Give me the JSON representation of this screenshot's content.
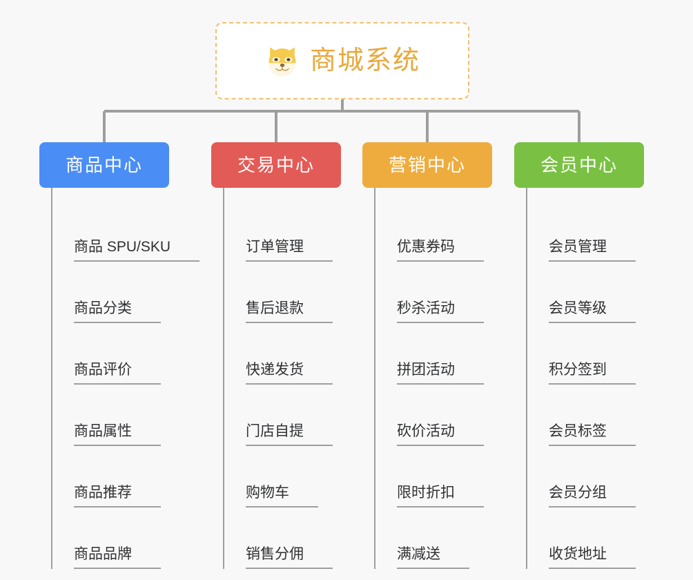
{
  "diagram": {
    "type": "org-tree",
    "background_color": "#f8f8f8",
    "root": {
      "title": "商城系统",
      "icon": "dog-face-icon",
      "text_color": "#e9a83c",
      "border_color": "#f0c070",
      "fill_color": "#ffffff"
    },
    "connector_color": "#9e9e9e",
    "branches": [
      {
        "label": "商品中心",
        "color": "#4a8ef5",
        "items": [
          "商品 SPU/SKU",
          "商品分类",
          "商品评价",
          "商品属性",
          "商品推荐",
          "商品品牌"
        ]
      },
      {
        "label": "交易中心",
        "color": "#e35b56",
        "items": [
          "订单管理",
          "售后退款",
          "快递发货",
          "门店自提",
          "购物车",
          "销售分佣"
        ]
      },
      {
        "label": "营销中心",
        "color": "#eeac3e",
        "items": [
          "优惠券码",
          "秒杀活动",
          "拼团活动",
          "砍价活动",
          "限时折扣",
          "满减送"
        ]
      },
      {
        "label": "会员中心",
        "color": "#7ac143",
        "items": [
          "会员管理",
          "会员等级",
          "积分签到",
          "会员标签",
          "会员分组",
          "收货地址"
        ]
      }
    ]
  }
}
